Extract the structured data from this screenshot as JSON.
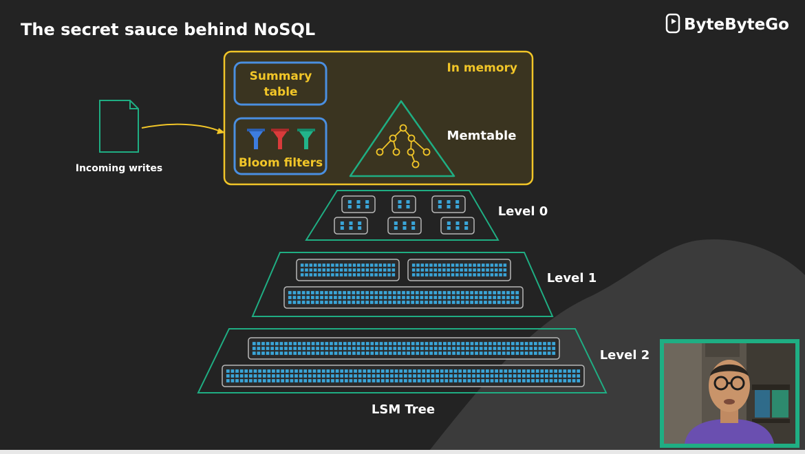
{
  "title": "The secret sauce behind NoSQL",
  "brand": {
    "name": "ByteByteGo",
    "logo_icon": "bytebytego-logo-icon"
  },
  "incoming": {
    "label": "Incoming writes",
    "icon": "document-icon"
  },
  "memory": {
    "label": "In memory",
    "summary_table": [
      "Summary",
      "table"
    ],
    "bloom_filters": {
      "label": "Bloom filters",
      "icons": [
        "funnel-blue-icon",
        "funnel-red-icon",
        "funnel-green-icon"
      ]
    },
    "memtable": "Memtable"
  },
  "levels": [
    {
      "label": "Level 0"
    },
    {
      "label": "Level 1"
    },
    {
      "label": "Level 2"
    }
  ],
  "lsm_label": "LSM Tree",
  "colors": {
    "background": "#232323",
    "memory_border": "#f2c628",
    "memory_fill": "#3a3420",
    "blue_box": "#4a8fe0",
    "teal": "#1fae83",
    "cell": "#3aa5d8",
    "funnel_blue": "#3d7de0",
    "funnel_red": "#d93b3b",
    "funnel_green": "#22b48a"
  }
}
